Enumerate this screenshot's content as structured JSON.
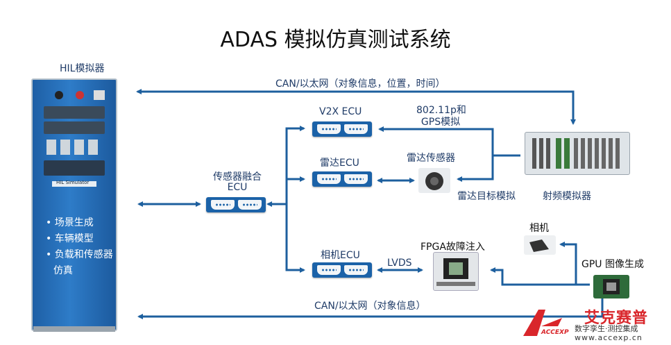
{
  "title": "ADAS 模拟仿真测试系统",
  "simulator": {
    "label": "HIL模拟器",
    "brand": "HIL Simulator",
    "features": [
      "• 场景生成",
      "• 车辆模型",
      "• 负载和传感器",
      "仿真"
    ]
  },
  "links": {
    "top": "CAN/以太网（对象信息，位置，时间）",
    "bottom": "CAN/以太网（对象信息）",
    "v2x_signal_line1": "802.11p和",
    "v2x_signal_line2": "GPS模拟",
    "lvds": "LVDS"
  },
  "nodes": {
    "fusion_ecu_line1": "传感器融合",
    "fusion_ecu_line2": "ECU",
    "v2x_ecu": "V2X ECU",
    "radar_ecu": "雷达ECU",
    "camera_ecu": "相机ECU",
    "radar_sensor": "雷达传感器",
    "radar_target_sim": "雷达目标模拟",
    "rf_simulator": "射频模拟器",
    "fpga_fault": "FPGA故障注入",
    "camera": "相机",
    "gpu": "GPU 图像生成"
  },
  "watermark": {
    "brand": "艾克赛普",
    "slogan": "数字孪生·测控集成",
    "url": "www.accexp.cn",
    "logo_text": "ACCEXP"
  },
  "colors": {
    "arrow": "#1d5f9e",
    "ecu": "#1b62a8",
    "label": "#1f3b67",
    "watermark": "#d9262b"
  }
}
